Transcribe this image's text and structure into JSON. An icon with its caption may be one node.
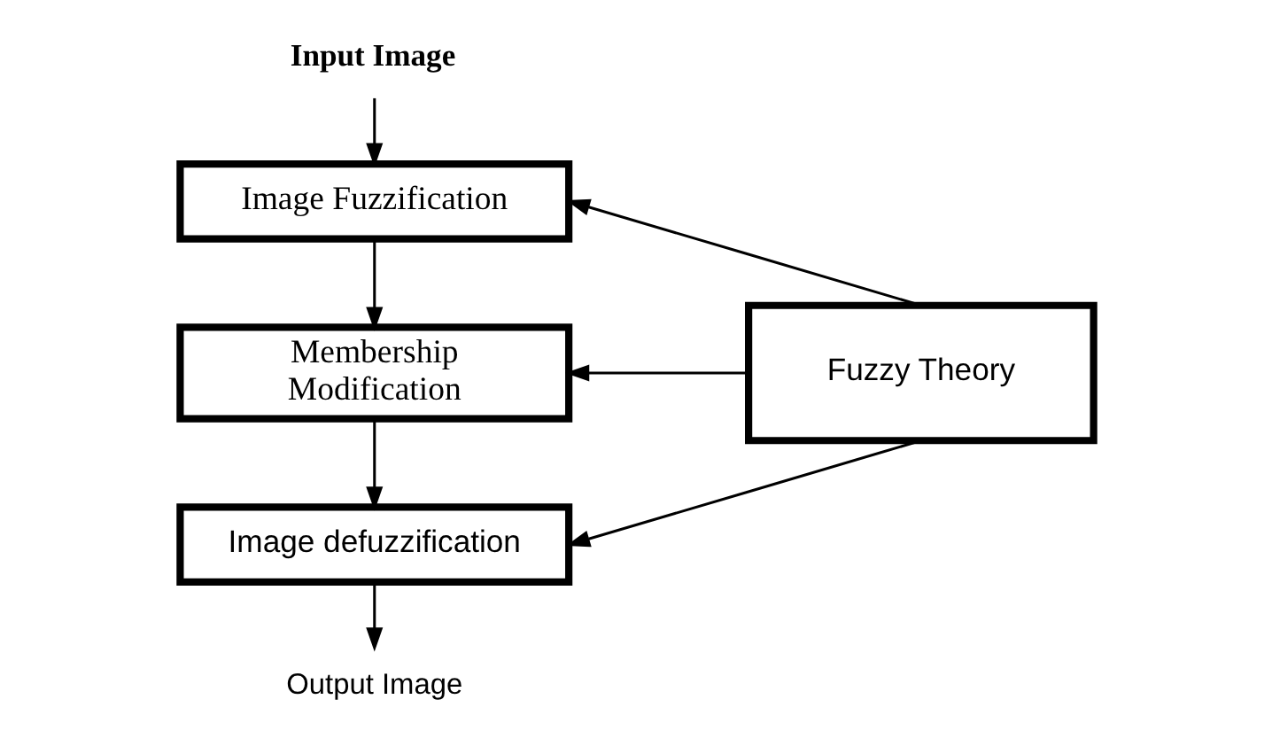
{
  "diagram": {
    "nodes": [
      {
        "text": [
          "Input Image"
        ]
      },
      {
        "text": [
          "Image Fuzzification"
        ]
      },
      {
        "text": [
          "Membership Modification"
        ]
      },
      {
        "text": [
          "Image defuzzification"
        ]
      },
      {
        "text": [
          "Fuzzy Theory"
        ]
      },
      {
        "text": [
          "Output Image"
        ]
      }
    ],
    "edges": [
      {
        "from": 0,
        "to": 1,
        "arrow": "to"
      },
      {
        "from": 1,
        "to": 2,
        "arrow": "to"
      },
      {
        "from": 2,
        "to": 3,
        "arrow": "to"
      },
      {
        "from": 3,
        "to": 5,
        "arrow": "to"
      },
      {
        "from": 4,
        "to": 1,
        "arrow": "to"
      },
      {
        "from": 4,
        "to": 2,
        "arrow": "to"
      },
      {
        "from": 4,
        "to": 3,
        "arrow": "to"
      }
    ]
  }
}
